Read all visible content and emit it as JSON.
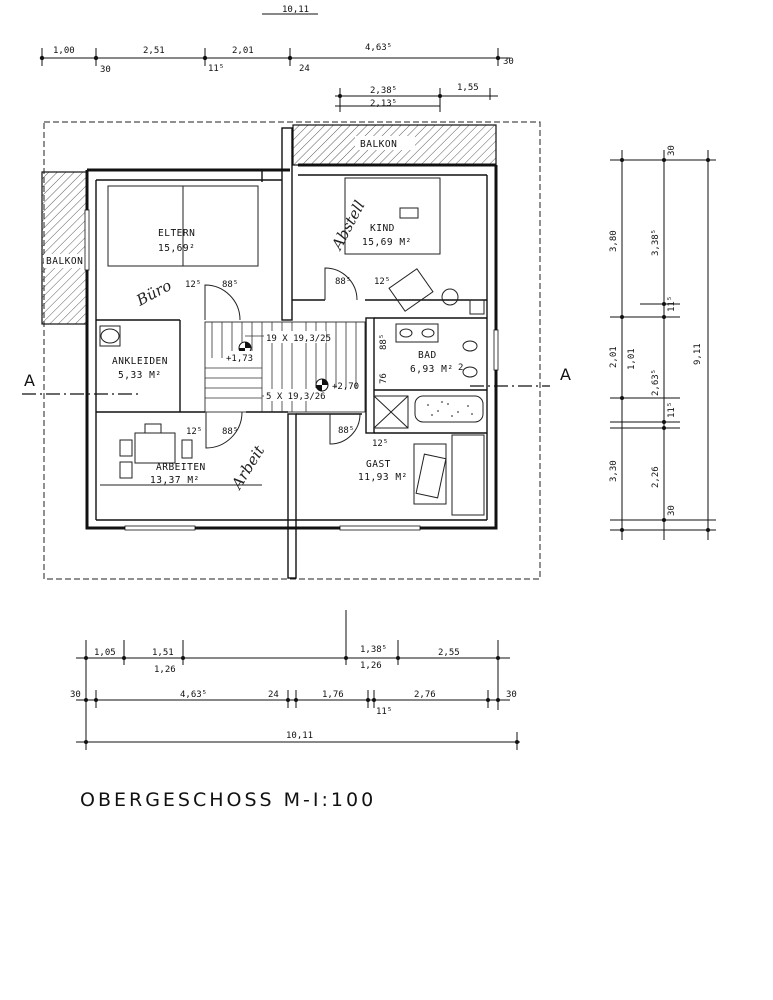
{
  "plan": {
    "title": "OBERGESCHOSS M-I:100",
    "section_marker": "A",
    "rooms": {
      "eltern": {
        "name": "ELTERN",
        "area": "15,69²"
      },
      "kind": {
        "name": "KIND",
        "area": "15,69 M²"
      },
      "ankleiden": {
        "name": "ANKLEIDEN",
        "area": "5,33 M²"
      },
      "bad": {
        "name": "BAD",
        "area": "6,93 M²"
      },
      "arbeiten": {
        "name": "ARBEITEN",
        "area": "13,37 M²"
      },
      "gast": {
        "name": "GAST",
        "area": "11,93 M²"
      },
      "balkon_top": {
        "name": "BALKON"
      },
      "balkon_left": {
        "name": "BALKON"
      }
    },
    "handwritten": {
      "buero": "Büro",
      "abstell": "Abstell",
      "arbeit": "Arbeit"
    },
    "levels": {
      "upper_left": "+1,73",
      "middle": "+2,70"
    },
    "stairs": {
      "upper": "19 X 19,3/25",
      "lower": "5 X 19,3/26"
    },
    "doors": {
      "eltern_a": "12⁵",
      "eltern_b": "88⁵",
      "kind_a": "88⁵",
      "kind_b": "12⁵",
      "arbeiten_a": "12⁵",
      "arbeiten_b": "88⁵",
      "gast_a": "88⁵",
      "gast_b": "12⁵",
      "bad_a": "88⁵",
      "bad_b": "76",
      "bad_c": "2"
    },
    "top_dims": {
      "overall": "10,11",
      "row1": [
        "1,00",
        "2,51",
        "2,01",
        "4,63⁵"
      ],
      "row1_small": [
        "30",
        "11⁵",
        "24",
        "30"
      ],
      "row2": [
        "2,38⁵",
        "1,55"
      ],
      "row3": [
        "2,13⁵"
      ]
    },
    "right_dims": {
      "outer": [
        "3,80",
        "2,01",
        "3,30"
      ],
      "middle": [
        "3,38⁵",
        "1,01",
        "2,63⁵",
        "2,26"
      ],
      "small": [
        "30",
        "11⁵",
        "11⁵",
        "30"
      ],
      "overall": "9,11"
    },
    "bottom_dims": {
      "row1": [
        "1,05",
        "1,51",
        "1,38⁵",
        "2,55"
      ],
      "row1b": [
        "1,26",
        "1,26"
      ],
      "row2": [
        "30",
        "4,63⁵",
        "24",
        "1,76",
        "2,76",
        "30"
      ],
      "row2_small": [
        "11⁵"
      ],
      "overall": "10,11"
    }
  }
}
